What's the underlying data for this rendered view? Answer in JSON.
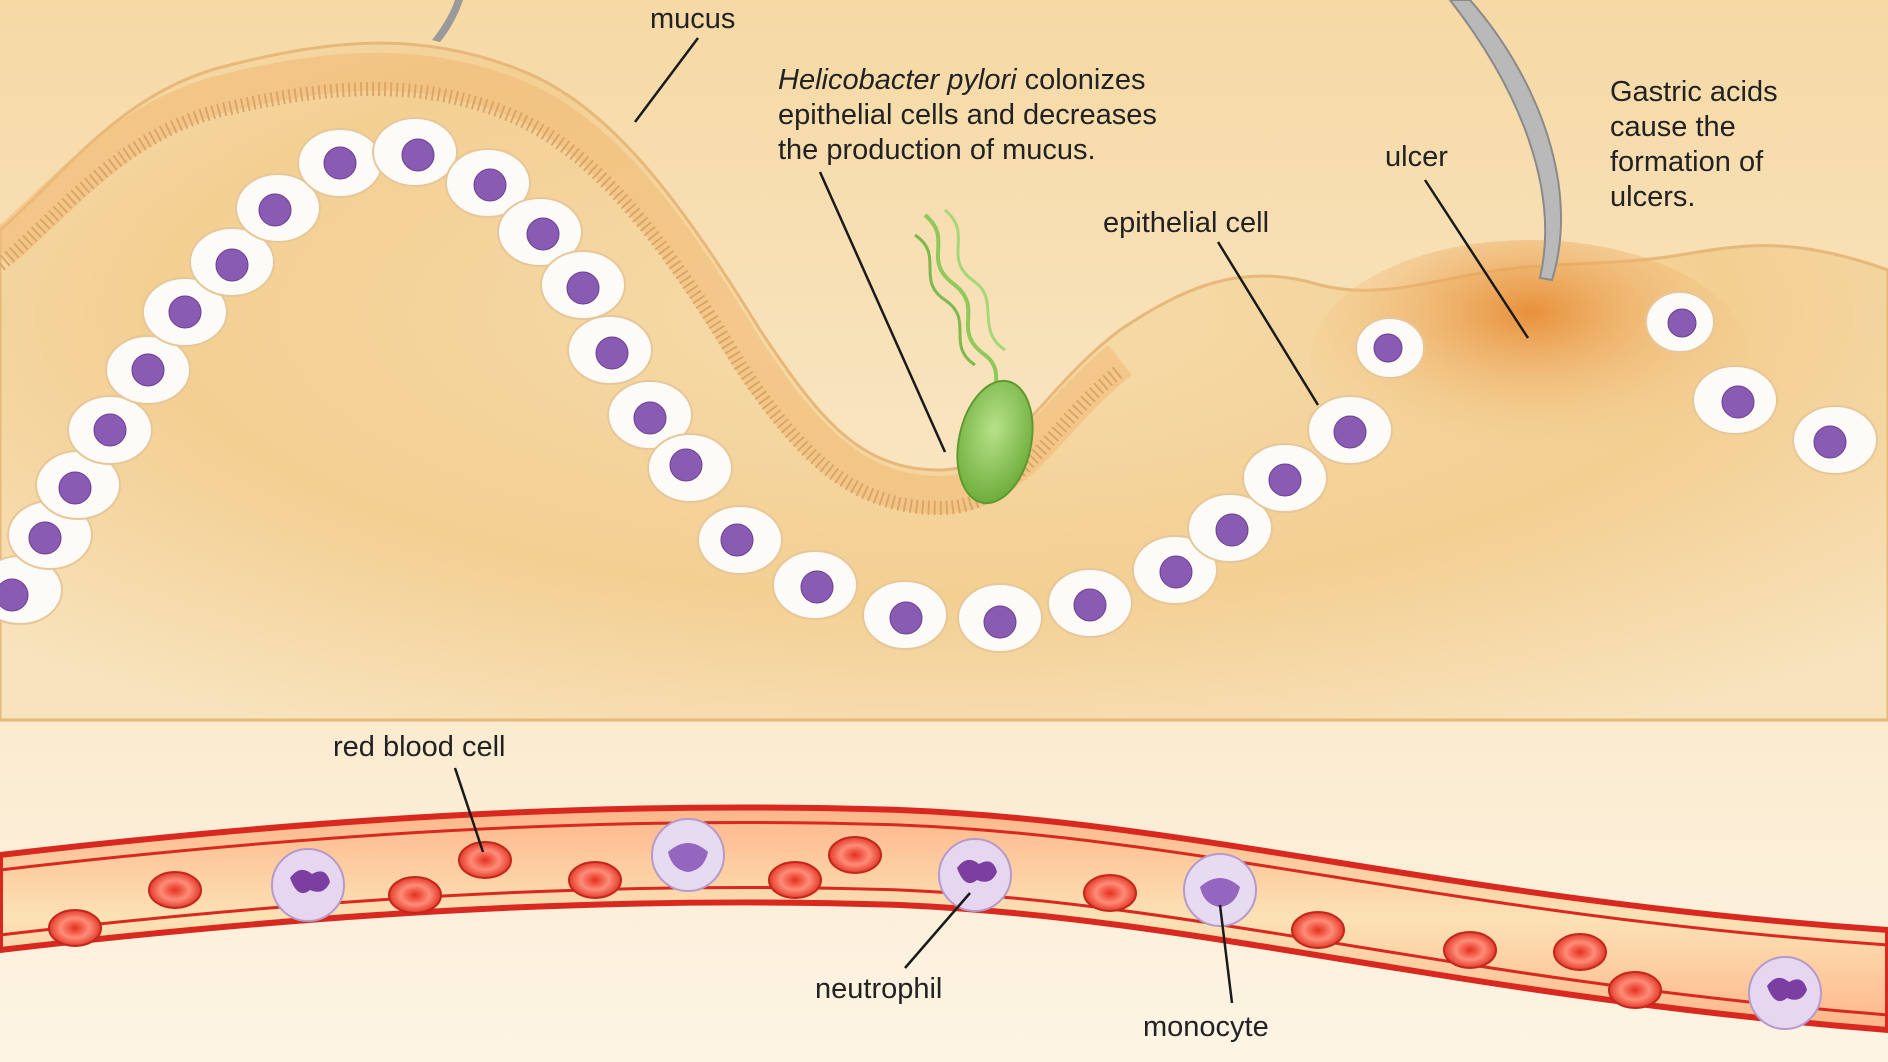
{
  "labels": {
    "mucus": "mucus",
    "hpylori_name": "Helicobacter pylori",
    "hpylori_line1_rest": " colonizes",
    "hpylori_line2": "epithelial cells and decreases",
    "hpylori_line3": "the production of mucus.",
    "ulcer": "ulcer",
    "gastric_line1": "Gastric acids",
    "gastric_line2": "cause the",
    "gastric_line3": "formation of",
    "gastric_line4": "ulcers.",
    "epithelial_cell": "epithelial cell",
    "red_blood_cell": "red blood cell",
    "neutrophil": "neutrophil",
    "monocyte": "monocyte"
  },
  "colors": {
    "tissue": "#f4d6a0",
    "mucus_layer": "#f9dfb6",
    "cell_fill": "#fdfbf7",
    "nucleus": "#8a5bb3",
    "bacterium": "#8ec95a",
    "ulcer": "#e89a3e",
    "blood_vessel": "#d9281f",
    "red_blood_cell": "#e64a3b"
  }
}
